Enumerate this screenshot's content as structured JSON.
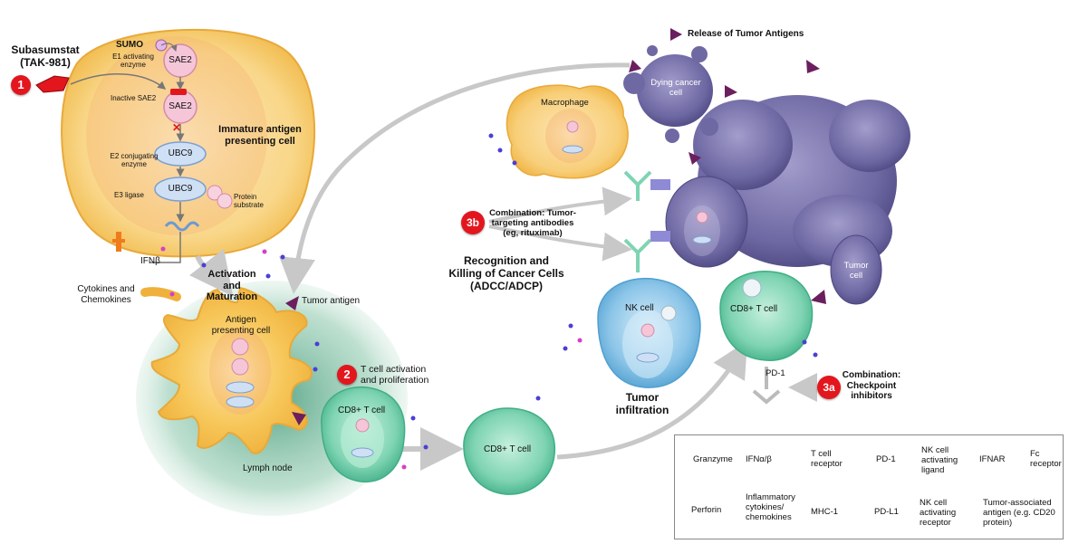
{
  "drug": {
    "name": "Subasumstat",
    "code": "(TAK-981)",
    "step": "1"
  },
  "immature_apc": {
    "title": "Immature antigen presenting cell",
    "sumo": "SUMO",
    "e1": "E1 activating enzyme",
    "sae2_top": "SAE2",
    "inactive": "Inactive SAE2",
    "sae2_bottom": "SAE2",
    "e2": "E2 conjugating enzyme",
    "ubc9_a": "UBC9",
    "e3": "E3 ligase",
    "ubc9_b": "UBC9",
    "protein": "Protein substrate",
    "ifn": "IFNβ"
  },
  "cytokines": "Cytokines and Chemokines",
  "activation": "Activation and Maturation",
  "tumor_antigen": "Tumor antigen",
  "apc": "Antigen presenting cell",
  "lymph_node": "Lymph node",
  "tcell_activation": {
    "step": "2",
    "text": "T cell activation and proliferation"
  },
  "cd8_lymph": "CD8+ T cell",
  "cd8_mid": "CD8+ T cell",
  "tumor_infiltration": "Tumor infiltration",
  "nk_cell": "NK cell",
  "cd8_tumor": "CD8+ T cell",
  "pd1": "PD-1",
  "tumor_cell": "Tumor cell",
  "dying": "Dying cancer cell",
  "release": "Release of Tumor Antigens",
  "macrophage": "Macrophage",
  "recognition": "Recognition and Killing of Cancer Cells (ADCC/ADCP)",
  "combo_3b": {
    "step": "3b",
    "text": "Combination: Tumor-targeting antibodies (eg, rituximab)"
  },
  "combo_3a": {
    "step": "3a",
    "text": "Combination: Checkpoint inhibitors"
  },
  "legend": {
    "granzyme": "Granzyme",
    "ifn_ab": "IFNα/β",
    "tcr": "T cell receptor",
    "pd1": "PD-1",
    "nk_ligand": "NK cell activating ligand",
    "ifnar": "IFNAR",
    "fc": "Fc receptor",
    "perforin": "Perforin",
    "inflammatory": "Inflammatory cytokines/ chemokines",
    "mhc1": "MHC-1",
    "pdl1": "PD-L1",
    "nk_receptor": "NK cell activating receptor",
    "taa": "Tumor-associated antigen (e.g. CD20 protein)"
  },
  "colors": {
    "apc_fill": "#f7c75a",
    "immature_fill": "#fbe0a8",
    "tcell_fill": "#7fd4b3",
    "nk_fill": "#8cc5e8",
    "tumor_fill": "#7b74ad",
    "arrow": "#c8c8c8",
    "marker": "#e3161d",
    "triangle": "#6b1f5e"
  }
}
